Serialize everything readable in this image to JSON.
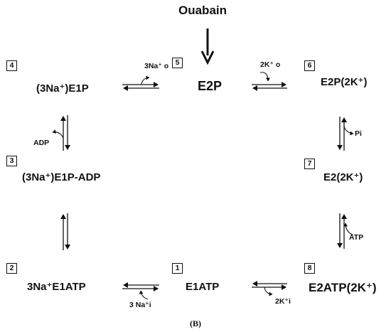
{
  "title": "Ouabain",
  "states": {
    "s1": {
      "num": "1",
      "label": "E1ATP"
    },
    "s2": {
      "num": "2",
      "label": "3Na⁺E1ATP"
    },
    "s3": {
      "num": "3",
      "label": "(3Na⁺)E1P-ADP"
    },
    "s4": {
      "num": "4",
      "label": "(3Na⁺)E1P"
    },
    "s5": {
      "num": "5",
      "label": "E2P"
    },
    "s6": {
      "num": "6",
      "label": "E2P(2K⁺)"
    },
    "s7": {
      "num": "7",
      "label": "E2(2K⁺)"
    },
    "s8": {
      "num": "8",
      "label": "E2ATP(2K⁺)"
    }
  },
  "transitions": {
    "t45": "3Na⁺ o",
    "t56": "2K⁺ o",
    "t67": "Pi",
    "t78": "ATP",
    "t81": "2K⁺i",
    "t12": "3 Na⁺i",
    "t43": "ADP"
  },
  "caption": "(B)"
}
